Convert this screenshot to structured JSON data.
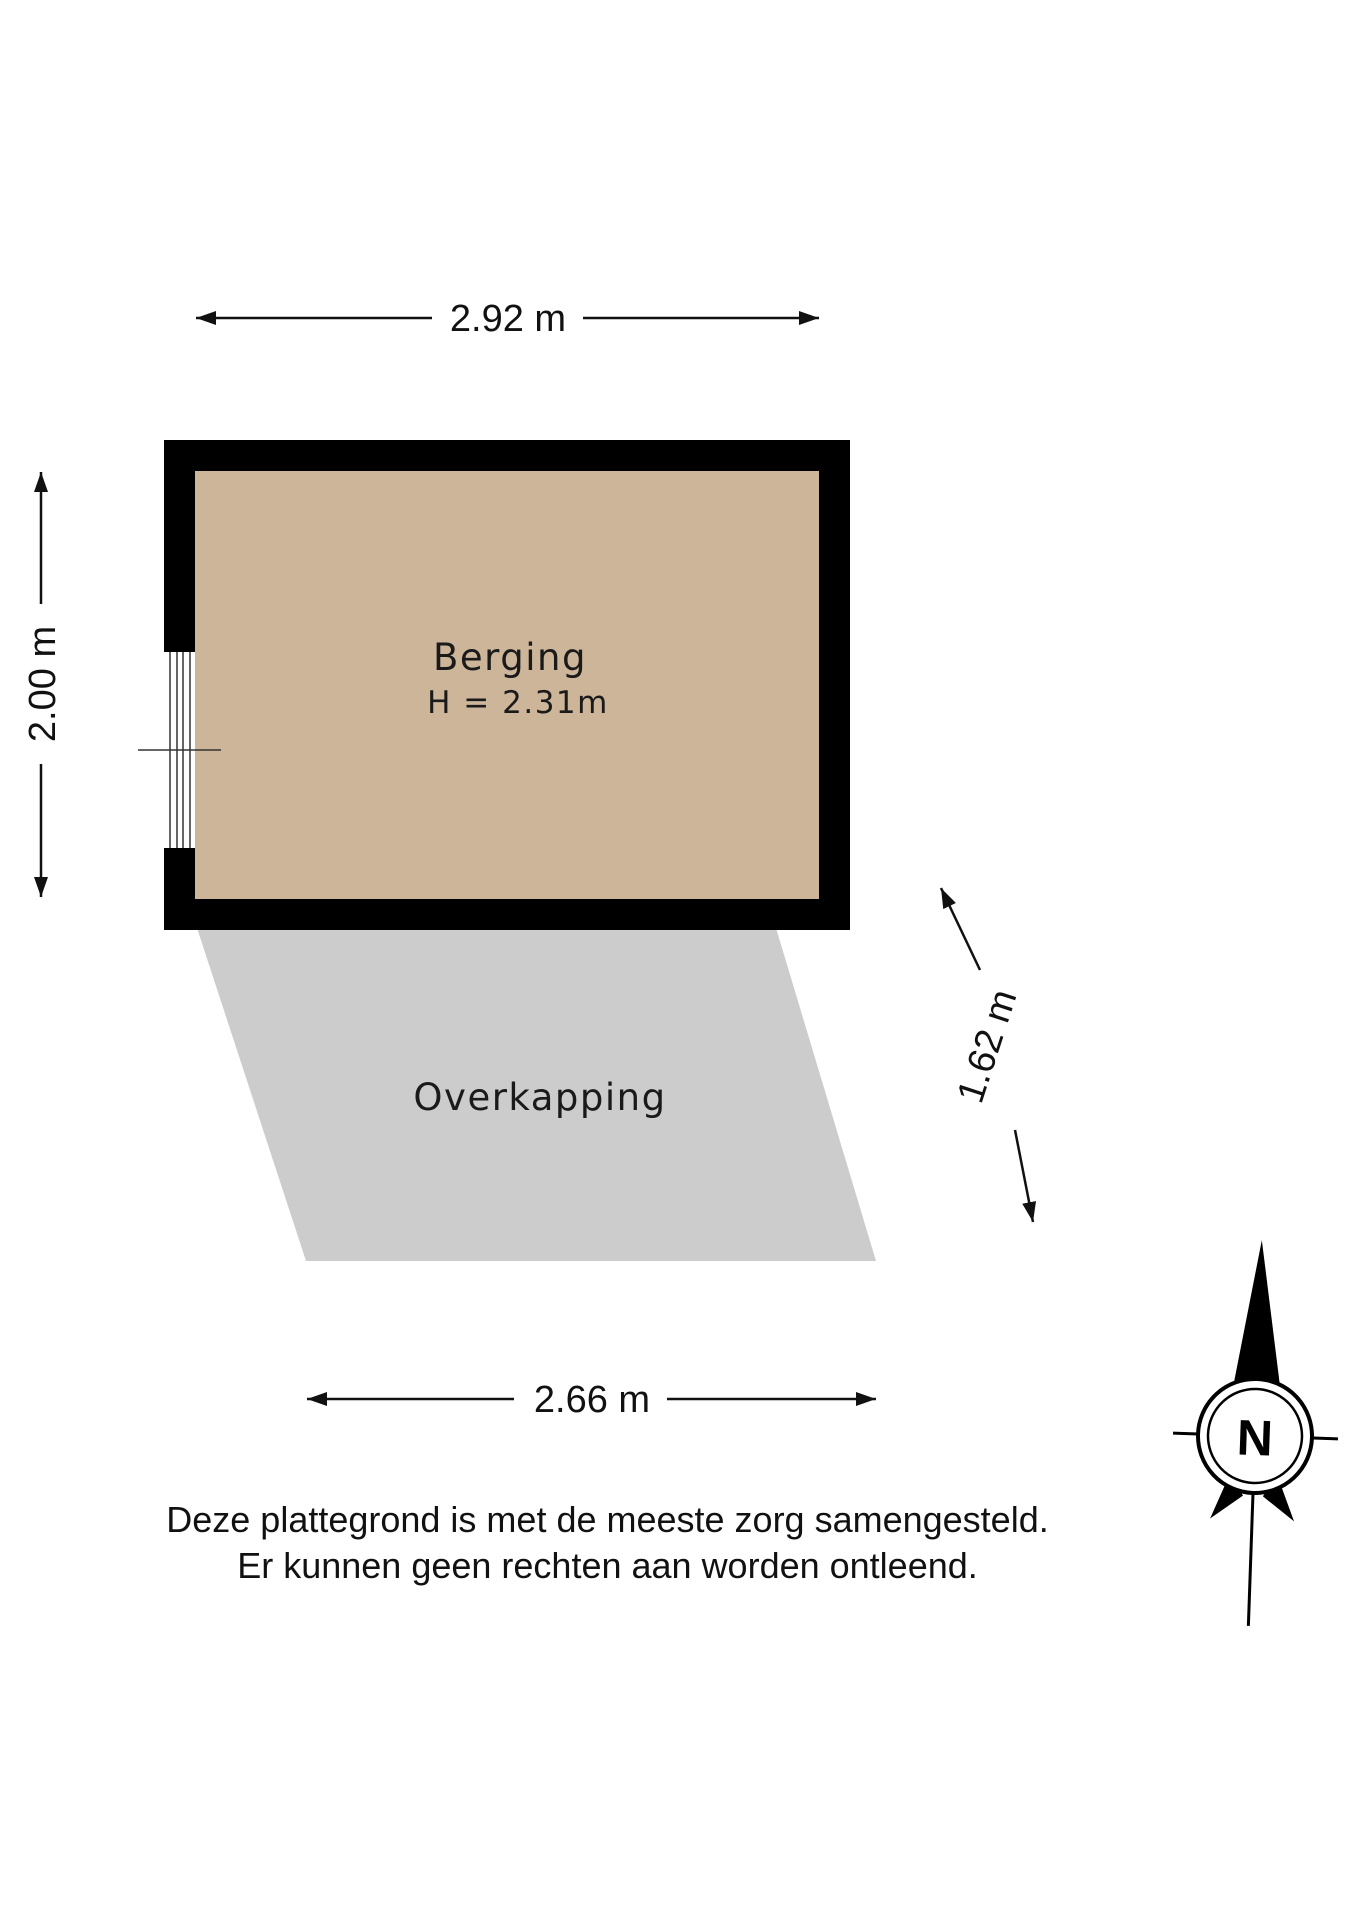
{
  "colors": {
    "wall": "#000000",
    "room_fill": "#ccb599",
    "canopy_fill": "#cccccc",
    "text": "#111111"
  },
  "rooms": {
    "berging": {
      "name": "Berging",
      "height": "H = 2.31m"
    },
    "overkapping": {
      "name": "Overkapping"
    }
  },
  "dimensions": {
    "top": "2.92 m",
    "left": "2.00 m",
    "right": "1.62 m",
    "bottom": "2.66 m"
  },
  "compass": {
    "label": "N",
    "icon": "north-arrow-icon"
  },
  "disclaimer": {
    "line1": "Deze plattegrond is met de meeste zorg samengesteld.",
    "line2": "Er kunnen geen rechten aan worden ontleend."
  }
}
